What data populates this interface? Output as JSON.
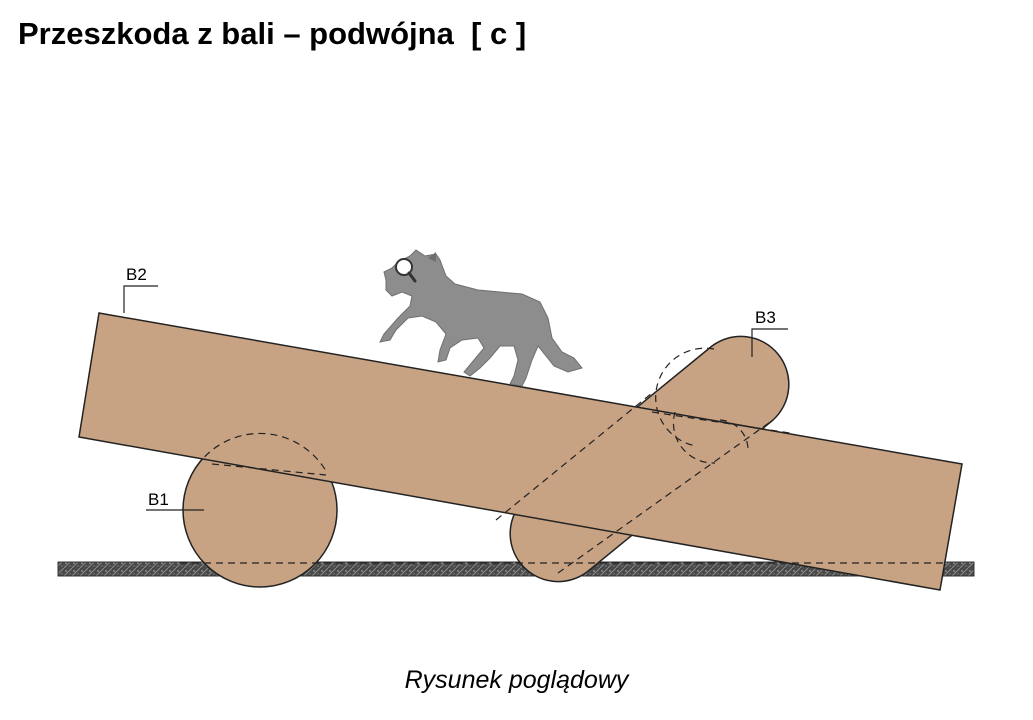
{
  "title": "Przeszkoda z bali – podwójna  [ c ]",
  "caption": "Rysunek poglądowy",
  "labels": {
    "b1": "B1",
    "b2": "B2",
    "b3": "B3"
  },
  "colors": {
    "log_fill": "#c7a384",
    "outline": "#222222",
    "dog": "#8d8d8d",
    "ground": "#4a4a4a"
  },
  "icons": {
    "dog": "dog-silhouette-icon",
    "magnifier": "magnifier-icon"
  }
}
